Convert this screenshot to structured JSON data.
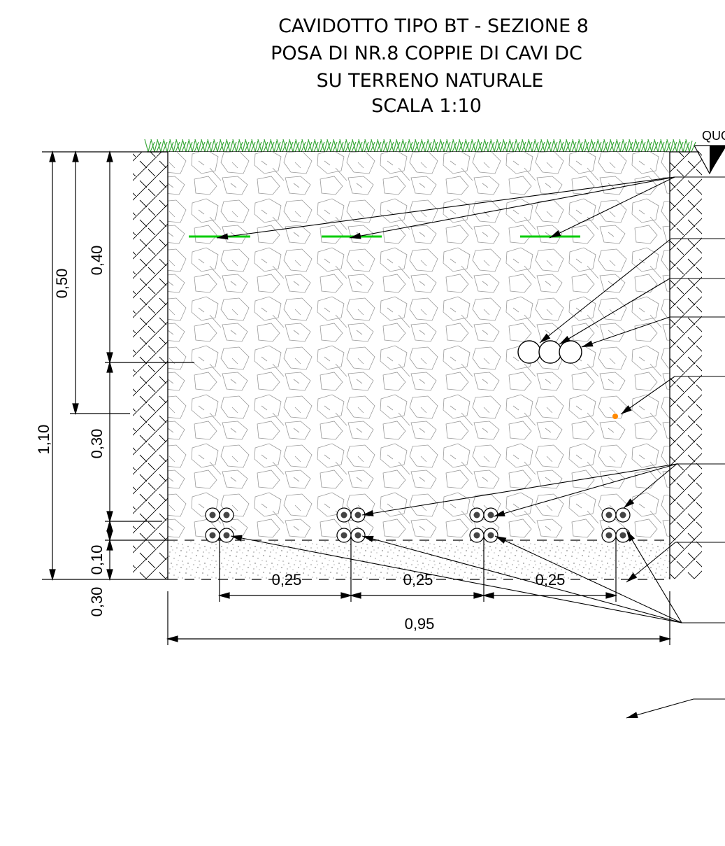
{
  "title": {
    "line1": "CAVIDOTTO TIPO BT - SEZIONE 8",
    "line2": "POSA DI NR.8 COPPIE DI CAVI DC",
    "line3": "SU TERRENO NATURALE",
    "line4": "SCALA 1:10"
  },
  "ground_marker": "QUO",
  "dimensions": {
    "vertical": {
      "total": "1,10",
      "upper_050": "0,50",
      "upper_040": "0,40",
      "mid_030_a": "0,30",
      "mid_030_b": "0,30",
      "bottom_010": "0,10"
    },
    "horizontal": {
      "spacing_1": "0,25",
      "spacing_2": "0,25",
      "spacing_3": "0,25",
      "total_width": "0,95"
    }
  },
  "colors": {
    "warning_tape": "#00cc00",
    "earth_electrode": "#ff8800",
    "grass": "#3aa83a"
  }
}
